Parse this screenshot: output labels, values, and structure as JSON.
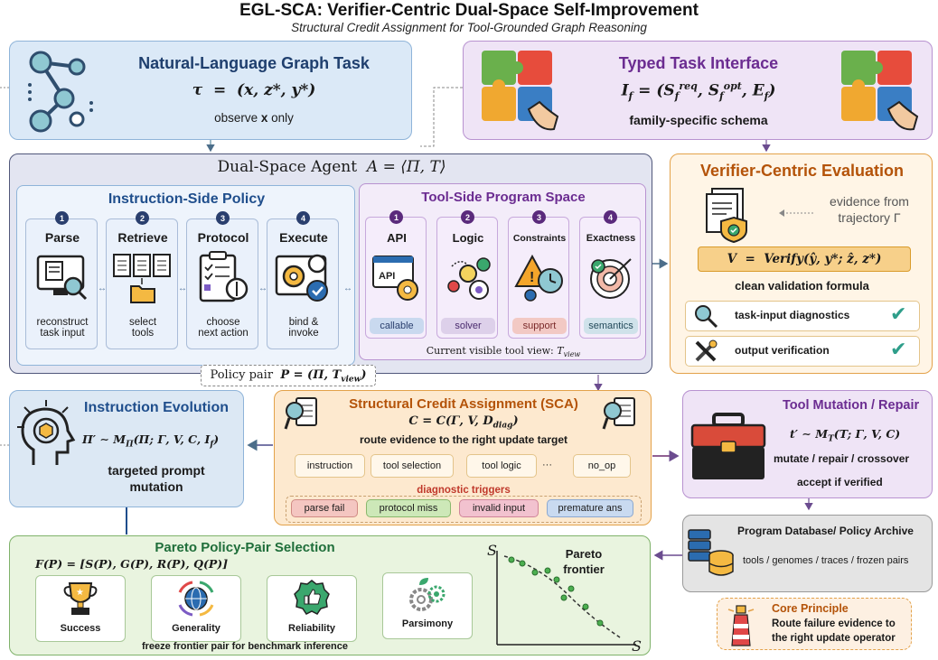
{
  "header": {
    "title": "EGL-SCA: Verifier-Centric Dual-Space Self-Improvement",
    "subtitle": "Structural Credit Assignment for Tool-Grounded Graph Reasoning"
  },
  "nl_task": {
    "title": "Natural-Language Graph Task",
    "formula": "τ  =  (x, z*, y*)",
    "note_pre": "observe ",
    "note_bold": "x",
    "note_post": " only"
  },
  "typed_interface": {
    "title": "Typed Task Interface",
    "formula": "I_f  =  (S_f^req, S_f^opt, E_f)",
    "note": "family-specific schema"
  },
  "dual_agent": {
    "title": "Dual-Space Agent",
    "formula": "A = ⟨Π, T⟩",
    "policy_pair_label": "Policy pair",
    "policy_pair_formula": "P = (Π, T_view)"
  },
  "instruction_policy": {
    "title": "Instruction-Side Policy",
    "steps": [
      {
        "num": "1",
        "name": "Parse",
        "desc": "reconstruct task input",
        "icon": "monitor-code-icon"
      },
      {
        "num": "2",
        "name": "Retrieve",
        "desc": "select tools",
        "icon": "documents-folder-icon"
      },
      {
        "num": "3",
        "name": "Protocol",
        "desc": "choose next action",
        "icon": "clipboard-checklist-icon"
      },
      {
        "num": "4",
        "name": "Execute",
        "desc": "bind & invoke",
        "icon": "gears-check-icon"
      }
    ]
  },
  "tool_space": {
    "title": "Tool-Side Program Space",
    "cards": [
      {
        "num": "1",
        "name": "API",
        "chip": "callable",
        "chip_color": "#c9d9ef",
        "icon": "api-window-icon"
      },
      {
        "num": "2",
        "name": "Logic",
        "chip": "solver",
        "chip_color": "#ddd0ea",
        "icon": "brain-gears-icon"
      },
      {
        "num": "3",
        "name": "Constraints",
        "chip": "support",
        "chip_color": "#f2c9c4",
        "icon": "warning-clock-icon"
      },
      {
        "num": "4",
        "name": "Exactness",
        "chip": "semantics",
        "chip_color": "#cfe2ea",
        "icon": "target-gear-icon"
      }
    ],
    "view_label": "Current visible tool view:",
    "view_formula": "T_view"
  },
  "verifier": {
    "title": "Verifier-Centric Evaluation",
    "evidence_line1": "evidence from",
    "evidence_line2": "trajectory Γ",
    "formula": "V  =  Verify(ŷ, y*; ẑ, z*)",
    "note": "clean validation formula",
    "checks": [
      {
        "label": "task-input diagnostics",
        "icon": "magnifier-icon"
      },
      {
        "label": "output verification",
        "icon": "tools-icon"
      }
    ]
  },
  "instruction_evolution": {
    "title": "Instruction Evolution",
    "formula": "Π′ ∼ M_Π(Π; Γ, V, C, I_f)",
    "note_line1": "targeted prompt",
    "note_line2": "mutation"
  },
  "sca": {
    "title": "Structural Credit Assignment (SCA)",
    "formula": "C = C(Γ, V, D_diag)",
    "subtitle": "route evidence to the right update target",
    "targets": [
      "instruction",
      "tool selection",
      "tool logic",
      "···",
      "no_op"
    ],
    "triggers_label": "diagnostic triggers",
    "triggers": [
      {
        "label": "parse fail",
        "color": "#f4c6c1"
      },
      {
        "label": "protocol miss",
        "color": "#cde8b8"
      },
      {
        "label": "invalid input",
        "color": "#f2c2cf"
      },
      {
        "label": "premature ans",
        "color": "#c9daf0"
      }
    ]
  },
  "tool_mutation": {
    "title": "Tool Mutation / Repair",
    "formula": "t′ ∼ M_T(T; Γ, V, C)",
    "line1": "mutate / repair / crossover",
    "line2": "accept if verified"
  },
  "program_db": {
    "title": "Program Database/ Policy Archive",
    "note": "tools / genomes / traces / frozen pairs"
  },
  "pareto": {
    "title": "Pareto Policy-Pair Selection",
    "formula": "F(P) = [S(P), G(P), R(P), Q(P)]",
    "objectives": [
      {
        "label": "Success",
        "icon": "trophy-icon"
      },
      {
        "label": "Generality",
        "icon": "globe-arrows-icon"
      },
      {
        "label": "Reliability",
        "icon": "thumbs-up-badge-icon"
      },
      {
        "label": "Parsimony",
        "icon": "gears-leaf-icon"
      }
    ],
    "footer": "freeze frontier pair for benchmark inference",
    "frontier_label_1": "Pareto",
    "frontier_label_2": "frontier",
    "axis_y": "S",
    "axis_x": "S"
  },
  "core_principle": {
    "title": "Core Principle",
    "line1": "Route failure evidence to",
    "line2": "the right update operator"
  },
  "colors": {
    "blue_panel": "#dbe9f7",
    "purple_panel": "#efe4f6",
    "agent_panel": "#e4e6f2",
    "orange_panel": "#fff3e2",
    "sca_panel": "#fde9cf",
    "green_panel": "#e9f4df",
    "db_panel": "#e3e3e3",
    "orange_title": "#b45309",
    "purple_title": "#6b2c91",
    "blue_title": "#1f4e8c"
  }
}
